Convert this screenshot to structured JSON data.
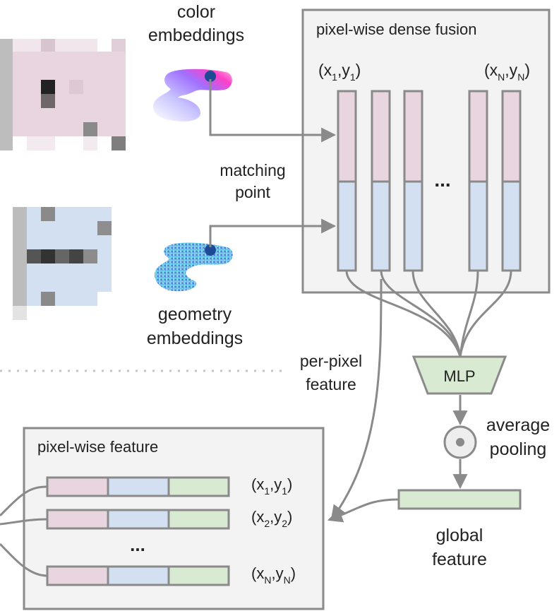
{
  "colors": {
    "color_embed": "#e8d5e0",
    "geom_embed": "#d2e0f2",
    "global_feat": "#d9ead3",
    "stroke": "#8a8a8a",
    "box_fill": "#f3f3f3",
    "mlp_fill": "#d9ead3"
  },
  "labels": {
    "color_embeddings_1": "color",
    "color_embeddings_2": "embeddings",
    "matching_point_1": "matching",
    "matching_point_2": "point",
    "geometry_embeddings_1": "geometry",
    "geometry_embeddings_2": "embeddings",
    "dense_fusion_title": "pixel-wise dense fusion",
    "first_coord": {
      "open": "(x",
      "s1": "1",
      "mid": ",y",
      "s2": "1",
      "close": ")"
    },
    "last_coord": {
      "open": "(x",
      "s1": "N",
      "mid": ",y",
      "s2": "N",
      "close": ")"
    },
    "fusion_ellipsis": "...",
    "per_pixel_1": "per-pixel",
    "per_pixel_2": "feature",
    "mlp": "MLP",
    "average_pooling_1": "average",
    "average_pooling_2": "pooling",
    "global_feature_1": "global",
    "global_feature_2": "feature",
    "pixel_wise_feature_title": "pixel-wise feature",
    "row_coords": [
      {
        "open": "(x",
        "s1": "1",
        "mid": ",y",
        "s2": "1",
        "close": ")"
      },
      {
        "open": "(x",
        "s1": "2",
        "mid": ",y",
        "s2": "2",
        "close": ")"
      },
      {
        "open": "(x",
        "s1": "N",
        "mid": ",y",
        "s2": "N",
        "close": ")"
      }
    ],
    "rows_ellipsis": "..."
  }
}
